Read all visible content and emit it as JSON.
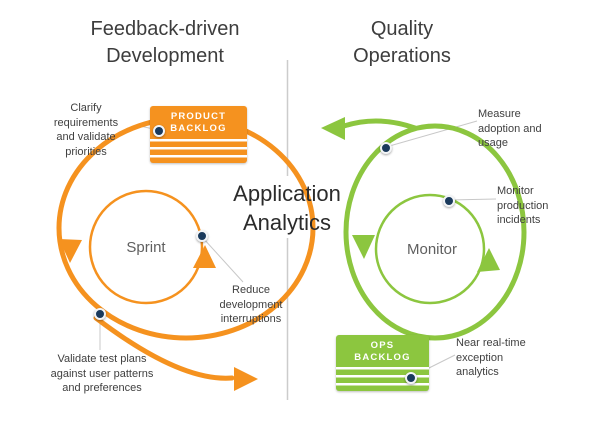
{
  "titles": {
    "left": "Feedback-driven\nDevelopment",
    "right": "Quality\nOperations",
    "center": "Application\nAnalytics"
  },
  "loop_labels": {
    "sprint": "Sprint",
    "monitor": "Monitor"
  },
  "boxes": {
    "product_backlog": "PRODUCT\nBACKLOG",
    "ops_backlog": "OPS\nBACKLOG"
  },
  "annotations": {
    "clarify": "Clarify\nrequirements\nand validate\npriorities",
    "measure": "Measure\nadoption and\nusage",
    "monitor_incidents": "Monitor\nproduction\nincidents",
    "reduce": "Reduce\ndevelopment\ninterruptions",
    "validate": "Validate test plans\nagainst user patterns\nand preferences",
    "near_realtime": "Near real-time\nexception\nanalytics"
  },
  "colors": {
    "orange": "#F5921F",
    "green": "#8CC63F",
    "navy": "#1A3A5C",
    "divider": "#CCCCCC",
    "connector": "#C8C8C8",
    "text": "#3F3F3F"
  }
}
